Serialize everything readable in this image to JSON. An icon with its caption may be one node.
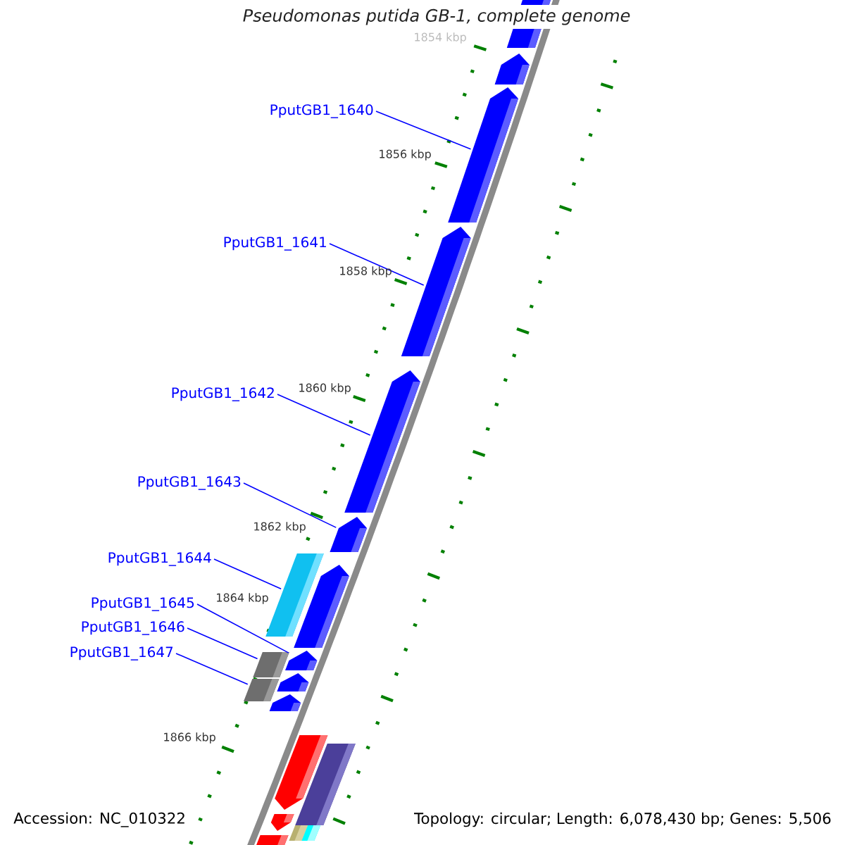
{
  "diagram": {
    "title": "Pseudomonas putida GB-1, complete genome",
    "nodes": [
      {
        "text": [
          "PputGB1_1640"
        ]
      },
      {
        "text": [
          "PputGB1_1641"
        ]
      },
      {
        "text": [
          "PputGB1_1642"
        ]
      },
      {
        "text": [
          "PputGB1_1643"
        ]
      },
      {
        "text": [
          "PputGB1_1644"
        ]
      },
      {
        "text": [
          "PputGB1_1645"
        ]
      },
      {
        "text": [
          "PputGB1_1646"
        ]
      },
      {
        "text": [
          "PputGB1_1647"
        ]
      },
      {
        "text": [],
        "shape": "pentagon"
      },
      {
        "text": [],
        "shape": "pentagon"
      },
      {
        "text": [],
        "shape": "pentagon"
      },
      {
        "text": [],
        "shape": "pentagon"
      },
      {
        "text": [],
        "shape": "pentagon"
      },
      {
        "text": [],
        "shape": "pentagon"
      },
      {
        "text": [],
        "shape": "box"
      },
      {
        "text": [],
        "shape": "pentagon"
      },
      {
        "text": [],
        "shape": "pentagon"
      },
      {
        "text": [],
        "shape": "box"
      },
      {
        "text": [],
        "shape": "pentagon"
      },
      {
        "text": [],
        "shape": "box"
      },
      {
        "text": [],
        "shape": "pentagon"
      },
      {
        "text": [],
        "shape": "pentagon"
      },
      {
        "text": [],
        "shape": "box"
      },
      {
        "text": [],
        "shape": "pentagon"
      },
      {
        "text": [],
        "shape": "box"
      },
      {
        "text": [],
        "shape": "box"
      },
      {
        "text": [],
        "shape": "box"
      }
    ],
    "edges": [
      {
        "from": 0,
        "to": 10,
        "arrow": "none"
      },
      {
        "from": 1,
        "to": 11,
        "arrow": "none"
      },
      {
        "from": 2,
        "to": 12,
        "arrow": "none"
      },
      {
        "from": 3,
        "to": 13,
        "arrow": "none"
      },
      {
        "from": 4,
        "to": 14,
        "arrow": "none"
      },
      {
        "from": 5,
        "to": 16,
        "arrow": "none"
      },
      {
        "from": 6,
        "to": 17,
        "arrow": "none"
      },
      {
        "from": 7,
        "to": 19,
        "arrow": "none"
      }
    ],
    "labels": [
      "1854 kbp",
      "1856 kbp",
      "1858 kbp",
      "1860 kbp",
      "1862 kbp",
      "1864 kbp",
      "1866 kbp",
      "Accession: NC_010322",
      "Topology: circular; Length: 6,078,430 bp; Genes: 5,506"
    ]
  }
}
